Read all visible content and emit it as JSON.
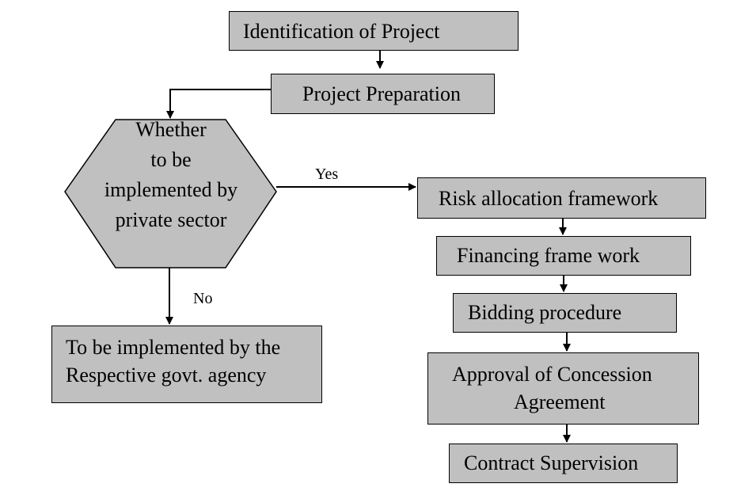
{
  "diagram": {
    "identification": "Identification of Project",
    "preparation": "Project Preparation",
    "decision": {
      "line1": "Whether",
      "line2": "to be",
      "line3": "implemented by",
      "line4": "private sector"
    },
    "yes_label": "Yes",
    "no_label": "No",
    "govt_agency": {
      "line1": "To be implemented by the",
      "line2": "Respective govt. agency"
    },
    "risk_allocation": "Risk allocation framework",
    "financing": "Financing frame work",
    "bidding": "Bidding procedure",
    "approval": {
      "line1": "Approval of Concession",
      "line2": "Agreement"
    },
    "contract": "Contract Supervision"
  },
  "colors": {
    "box_fill": "#c0c0c0",
    "line": "#000000",
    "background": "#ffffff"
  }
}
